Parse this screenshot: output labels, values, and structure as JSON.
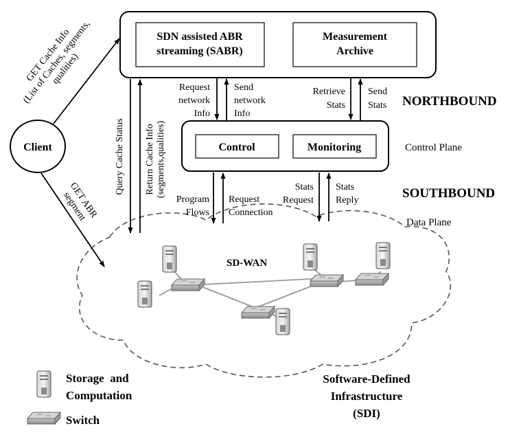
{
  "top": {
    "sabr_line1": "SDN assisted ABR",
    "sabr_line2": "streaming (SABR)",
    "archive_line1": "Measurement",
    "archive_line2": "Archive"
  },
  "controller": {
    "control": "Control",
    "monitoring": "Monitoring"
  },
  "client": "Client",
  "planes": {
    "northbound": "NORTHBOUND",
    "southbound": "SOUTHBOUND",
    "control_plane": "Control Plane",
    "data_plane": "Data Plane"
  },
  "edges": {
    "get_cache_info_1": "GET Cache Info",
    "get_cache_info_2": "(List of Caches, segments,",
    "get_cache_info_3": "qualities)",
    "get_abr_1": "GET ABR",
    "get_abr_2": "segment",
    "query_cache_status": "Query Cache Status",
    "return_cache_1": "Return Cache Info",
    "return_cache_2": "(segments,qualities)",
    "request_network_1": "Request",
    "request_network_2": "network",
    "request_network_3": "Info",
    "send_network_1": "Send",
    "send_network_2": "network",
    "send_network_3": "Info",
    "retrieve_stats_1": "Retrieve",
    "retrieve_stats_2": "Stats",
    "send_stats_1": "Send",
    "send_stats_2": "Stats",
    "program_flows_1": "Program",
    "program_flows_2": "Flows",
    "request_connection_1": "Request",
    "request_connection_2": "Connection",
    "stats_request_1": "Stats",
    "stats_request_2": "Request",
    "stats_reply_1": "Stats",
    "stats_reply_2": "Reply"
  },
  "network": {
    "sdwan": "SD-WAN",
    "sdi_1": "Software-Defined",
    "sdi_2": "Infrastructure",
    "sdi_3": "(SDI)"
  },
  "legend": {
    "storage_1": "Storage  and",
    "storage_2": "Computation",
    "switch": "Switch"
  }
}
